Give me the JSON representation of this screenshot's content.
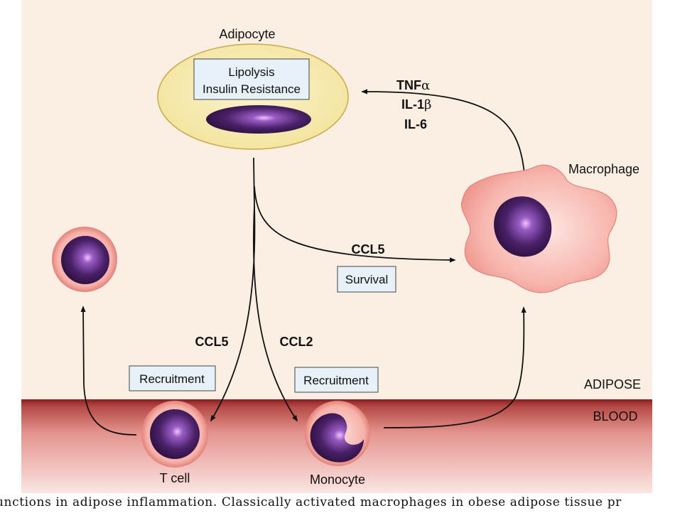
{
  "labels": {
    "adipocyte": "Adipocyte",
    "lipolysis": "Lipolysis",
    "insulin_resistance": "Insulin Resistance",
    "tnf": "TNF",
    "tnf_greek": "α",
    "il1": "IL-1",
    "il1_greek": "β",
    "il6": "IL-6",
    "macrophage": "Macrophage",
    "ccl5_survival": "CCL5",
    "survival": "Survival",
    "ccl5_tcell": "CCL5",
    "ccl2": "CCL2",
    "recruitment_left": "Recruitment",
    "recruitment_right": "Recruitment",
    "adipose": "ADIPOSE",
    "blood": "BLOOD",
    "t_cell": "T cell",
    "monocyte": "Monocyte"
  },
  "caption": "unctions in adipose inflammation. Classically activated macrophages in obese adipose tissue pr",
  "colors": {
    "adipose_bg": "#fbefe3",
    "blood_band_top": "#b64a46",
    "blood_band_bottom": "#fbe6e3",
    "adipocyte_fill": "#f7ebb0",
    "label_box_fill": "#e6f1f8",
    "cell_pink": "#f4a7a0",
    "nucleus": "#5a2f7a",
    "arrow": "#111111"
  }
}
